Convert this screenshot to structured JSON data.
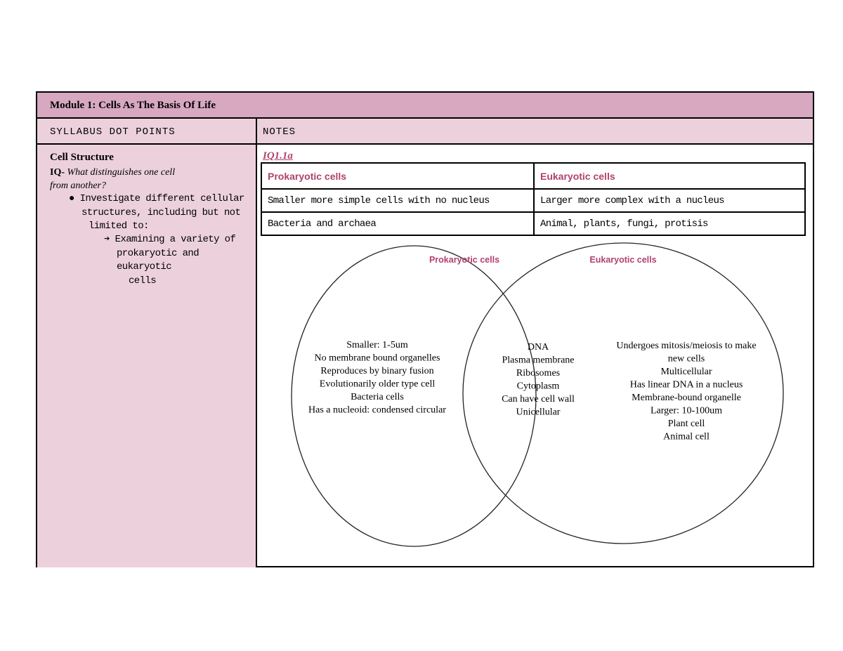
{
  "module_title": "Module 1: Cells As The Basis Of Life",
  "headers": {
    "syllabus": "SYLLABUS DOT POINTS",
    "notes": "NOTES"
  },
  "left": {
    "topic": "Cell Structure",
    "iq_prefix": "IQ-",
    "iq_question_line1": " What distinguishes one cell",
    "iq_question_line2": "from another?",
    "bullet_symbol": "●",
    "bullet_line1": "Investigate different cellular",
    "bullet_line2": "structures, including but not",
    "bullet_line3": "limited to:",
    "arrow_symbol": "➔",
    "arrow_line1": "Examining a variety of",
    "arrow_line2": "prokaryotic and eukaryotic",
    "arrow_line3": "cells"
  },
  "notes": {
    "iq_ref": "IQ1.1a",
    "table": {
      "headers": [
        "Prokaryotic cells",
        "Eukaryotic cells"
      ],
      "rows": [
        [
          "Smaller more simple cells with no nucleus",
          "Larger more complex with a nucleus"
        ],
        [
          "Bacteria and archaea",
          "Animal, plants, fungi, protisis"
        ]
      ]
    },
    "venn": {
      "left_title": "Prokaryotic cells",
      "right_title": "Eukaryotic cells",
      "left_items": [
        "Smaller: 1-5um",
        "No membrane bound organelles",
        "Reproduces by binary fusion",
        "Evolutionarily older type cell",
        "Bacteria cells",
        "Has a nucleoid: condensed circular"
      ],
      "center_items": [
        "DNA",
        "Plasma membrane",
        "Ribosomes",
        "Cytoplasm",
        "Can have cell wall",
        "Unicellular"
      ],
      "right_items": [
        "Undergoes mitosis/meiosis to make",
        "new cells",
        "Multicellular",
        "Has linear DNA in a nucleus",
        "Membrane-bound organelle",
        "Larger: 10-100um",
        "Plant cell",
        "Animal cell"
      ]
    }
  },
  "colors": {
    "title_bg": "#d7a8c0",
    "header_bg": "#ecd1dd",
    "accent": "#b0426e"
  }
}
